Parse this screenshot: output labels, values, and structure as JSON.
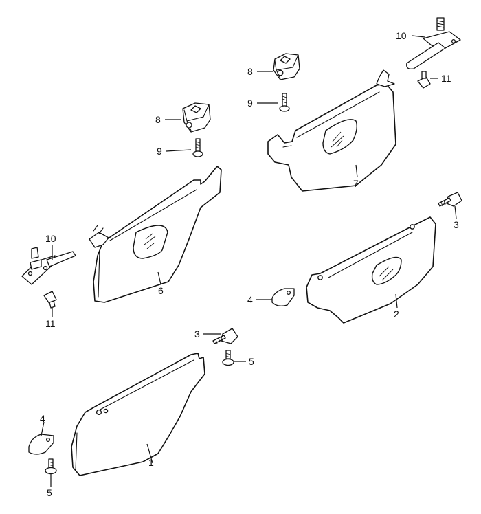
{
  "parts": [
    {
      "id": "visor-left-lower",
      "label": "1"
    },
    {
      "id": "visor-right-lower",
      "label": "2"
    },
    {
      "id": "clip-upper",
      "label": "3"
    },
    {
      "id": "clip-right",
      "label": "3"
    },
    {
      "id": "holder-middle",
      "label": "4"
    },
    {
      "id": "holder-lower",
      "label": "4"
    },
    {
      "id": "screw-middle",
      "label": "5"
    },
    {
      "id": "screw-lower",
      "label": "5"
    },
    {
      "id": "visor-left-upper",
      "label": "6"
    },
    {
      "id": "visor-right-upper",
      "label": "7"
    },
    {
      "id": "mount-block-left",
      "label": "8"
    },
    {
      "id": "mount-block-right",
      "label": "8"
    },
    {
      "id": "screw-block-left",
      "label": "9"
    },
    {
      "id": "screw-block-right",
      "label": "9"
    },
    {
      "id": "bracket-left",
      "label": "10"
    },
    {
      "id": "bracket-right",
      "label": "10"
    },
    {
      "id": "plug-left",
      "label": "11"
    },
    {
      "id": "plug-right",
      "label": "11"
    }
  ]
}
